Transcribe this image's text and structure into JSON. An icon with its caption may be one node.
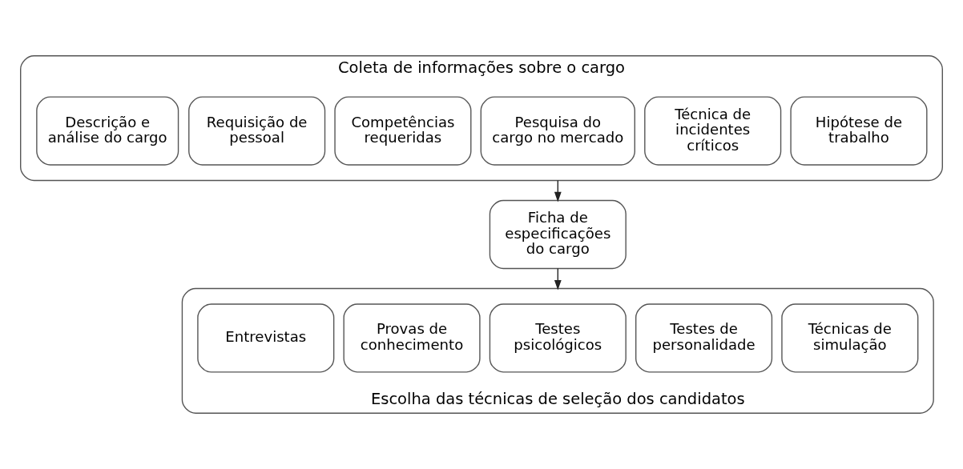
{
  "diagram": {
    "nodes": [
      {
        "text": [
          "Coleta de informações sobre o cargo"
        ]
      },
      {
        "text": [
          "Descrição e análise do cargo"
        ],
        "in": 0
      },
      {
        "text": [
          "Requisição de pessoal"
        ],
        "in": 0
      },
      {
        "text": [
          "Competências requeridas"
        ],
        "in": 0
      },
      {
        "text": [
          "Pesquisa do cargo no mercado"
        ],
        "in": 0
      },
      {
        "text": [
          "Técnica de incidentes críticos"
        ],
        "in": 0
      },
      {
        "text": [
          "Hipótese de trabalho"
        ],
        "in": 0
      },
      {
        "text": [
          "Ficha de especificações do cargo"
        ]
      },
      {
        "text": [
          "Escolha das técnicas de seleção dos candidatos"
        ]
      },
      {
        "text": [
          "Entrevistas"
        ],
        "in": 8
      },
      {
        "text": [
          "Provas de conhecimento"
        ],
        "in": 8
      },
      {
        "text": [
          "Testes psicológicos"
        ],
        "in": 8
      },
      {
        "text": [
          "Testes de personalidade"
        ],
        "in": 8
      },
      {
        "text": [
          "Técnicas de simulação"
        ],
        "in": 8
      }
    ],
    "edges": [
      {
        "from": 0,
        "to": 7,
        "arrow": "to"
      },
      {
        "from": 7,
        "to": 8,
        "arrow": "to"
      }
    ]
  }
}
